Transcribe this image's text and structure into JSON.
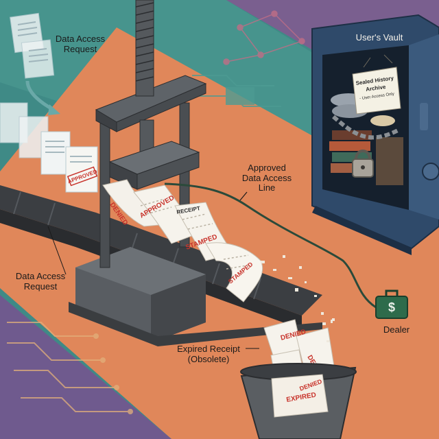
{
  "labels": {
    "data_access_request_top": [
      "Data Access",
      "Request"
    ],
    "data_access_request_bottom": [
      "Data Access",
      "Request"
    ],
    "vault_title": "User's Vault",
    "vault_tag": [
      "Sealed History",
      "Archive",
      "- User Access Only"
    ],
    "approved_line": [
      "Approved",
      "Data Access",
      "Line"
    ],
    "dealer": "Dealer",
    "expired_receipt": [
      "Expired Receipt",
      "(Obsolete)"
    ]
  },
  "stamps": {
    "approved": "APPROVED",
    "denied": "DENIED",
    "stamped": "STAMPED",
    "receipt": "RECEIPT",
    "expired": "EXPIRED"
  },
  "icons": {
    "dealer_icon": "dollar-briefcase-icon",
    "lock_icon": "padlock-icon"
  },
  "colors": {
    "teal": "#3f8a86",
    "orange": "#e0875a",
    "purple": "#6f5a8e",
    "dark_metal": "#4a4e52",
    "stamp_red": "#c8342c",
    "vault_blue": "#2f4a6a"
  }
}
